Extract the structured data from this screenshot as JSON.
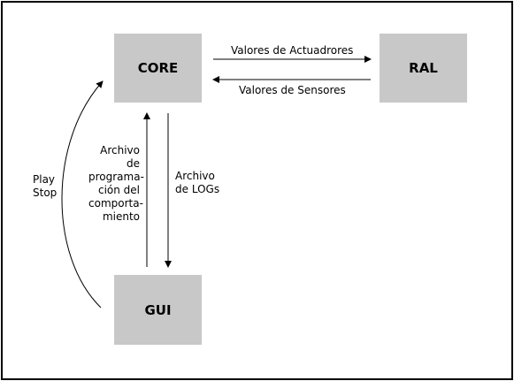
{
  "nodes": {
    "core": "CORE",
    "ral": "RAL",
    "gui": "GUI"
  },
  "edges": {
    "core_to_ral": "Valores de Actuadrores",
    "ral_to_core": "Valores de Sensores",
    "gui_to_core": "Archivo de programa-ción del comporta-miento",
    "core_to_gui": "Archivo de LOGs",
    "gui_play_stop": "Play Stop"
  }
}
